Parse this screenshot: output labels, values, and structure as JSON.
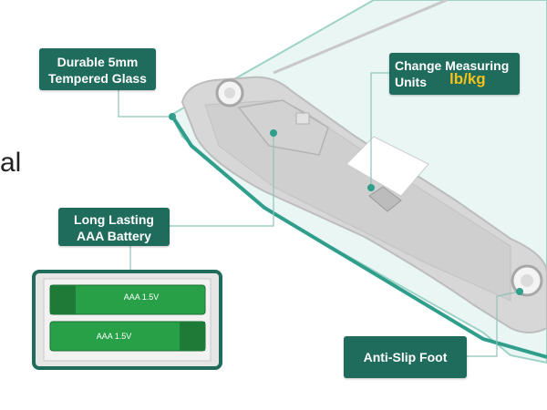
{
  "callouts": {
    "glass": {
      "line1": "Durable 5mm",
      "line2": "Tempered Glass"
    },
    "units": {
      "line1": "Change Measuring",
      "line2": "Units",
      "value": "lb/kg"
    },
    "battery": {
      "line1": "Long Lasting",
      "line2": "AAA Battery"
    },
    "foot": {
      "label": "Anti-Slip Foot"
    }
  },
  "edge_text": "al",
  "battery_text": {
    "top": "AAA 1.5V",
    "bottom": "AAA 1.5V"
  },
  "colors": {
    "accent": "#1f6b5c",
    "highlight": "#f5c21b",
    "glass": "#bfe3dc",
    "body": "#d4d4d4",
    "battery": "#2ea84a"
  }
}
